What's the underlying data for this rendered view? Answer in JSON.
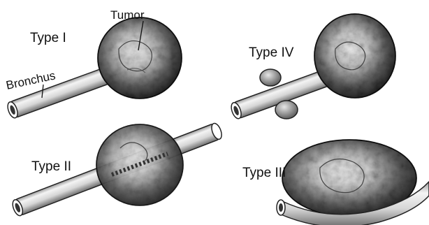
{
  "labels": {
    "tumor": "Tumor",
    "bronchus": "Bronchus",
    "type_1": "Type I",
    "type_2": "Type II",
    "type_3": "Type III",
    "type_4": "Type IV"
  }
}
